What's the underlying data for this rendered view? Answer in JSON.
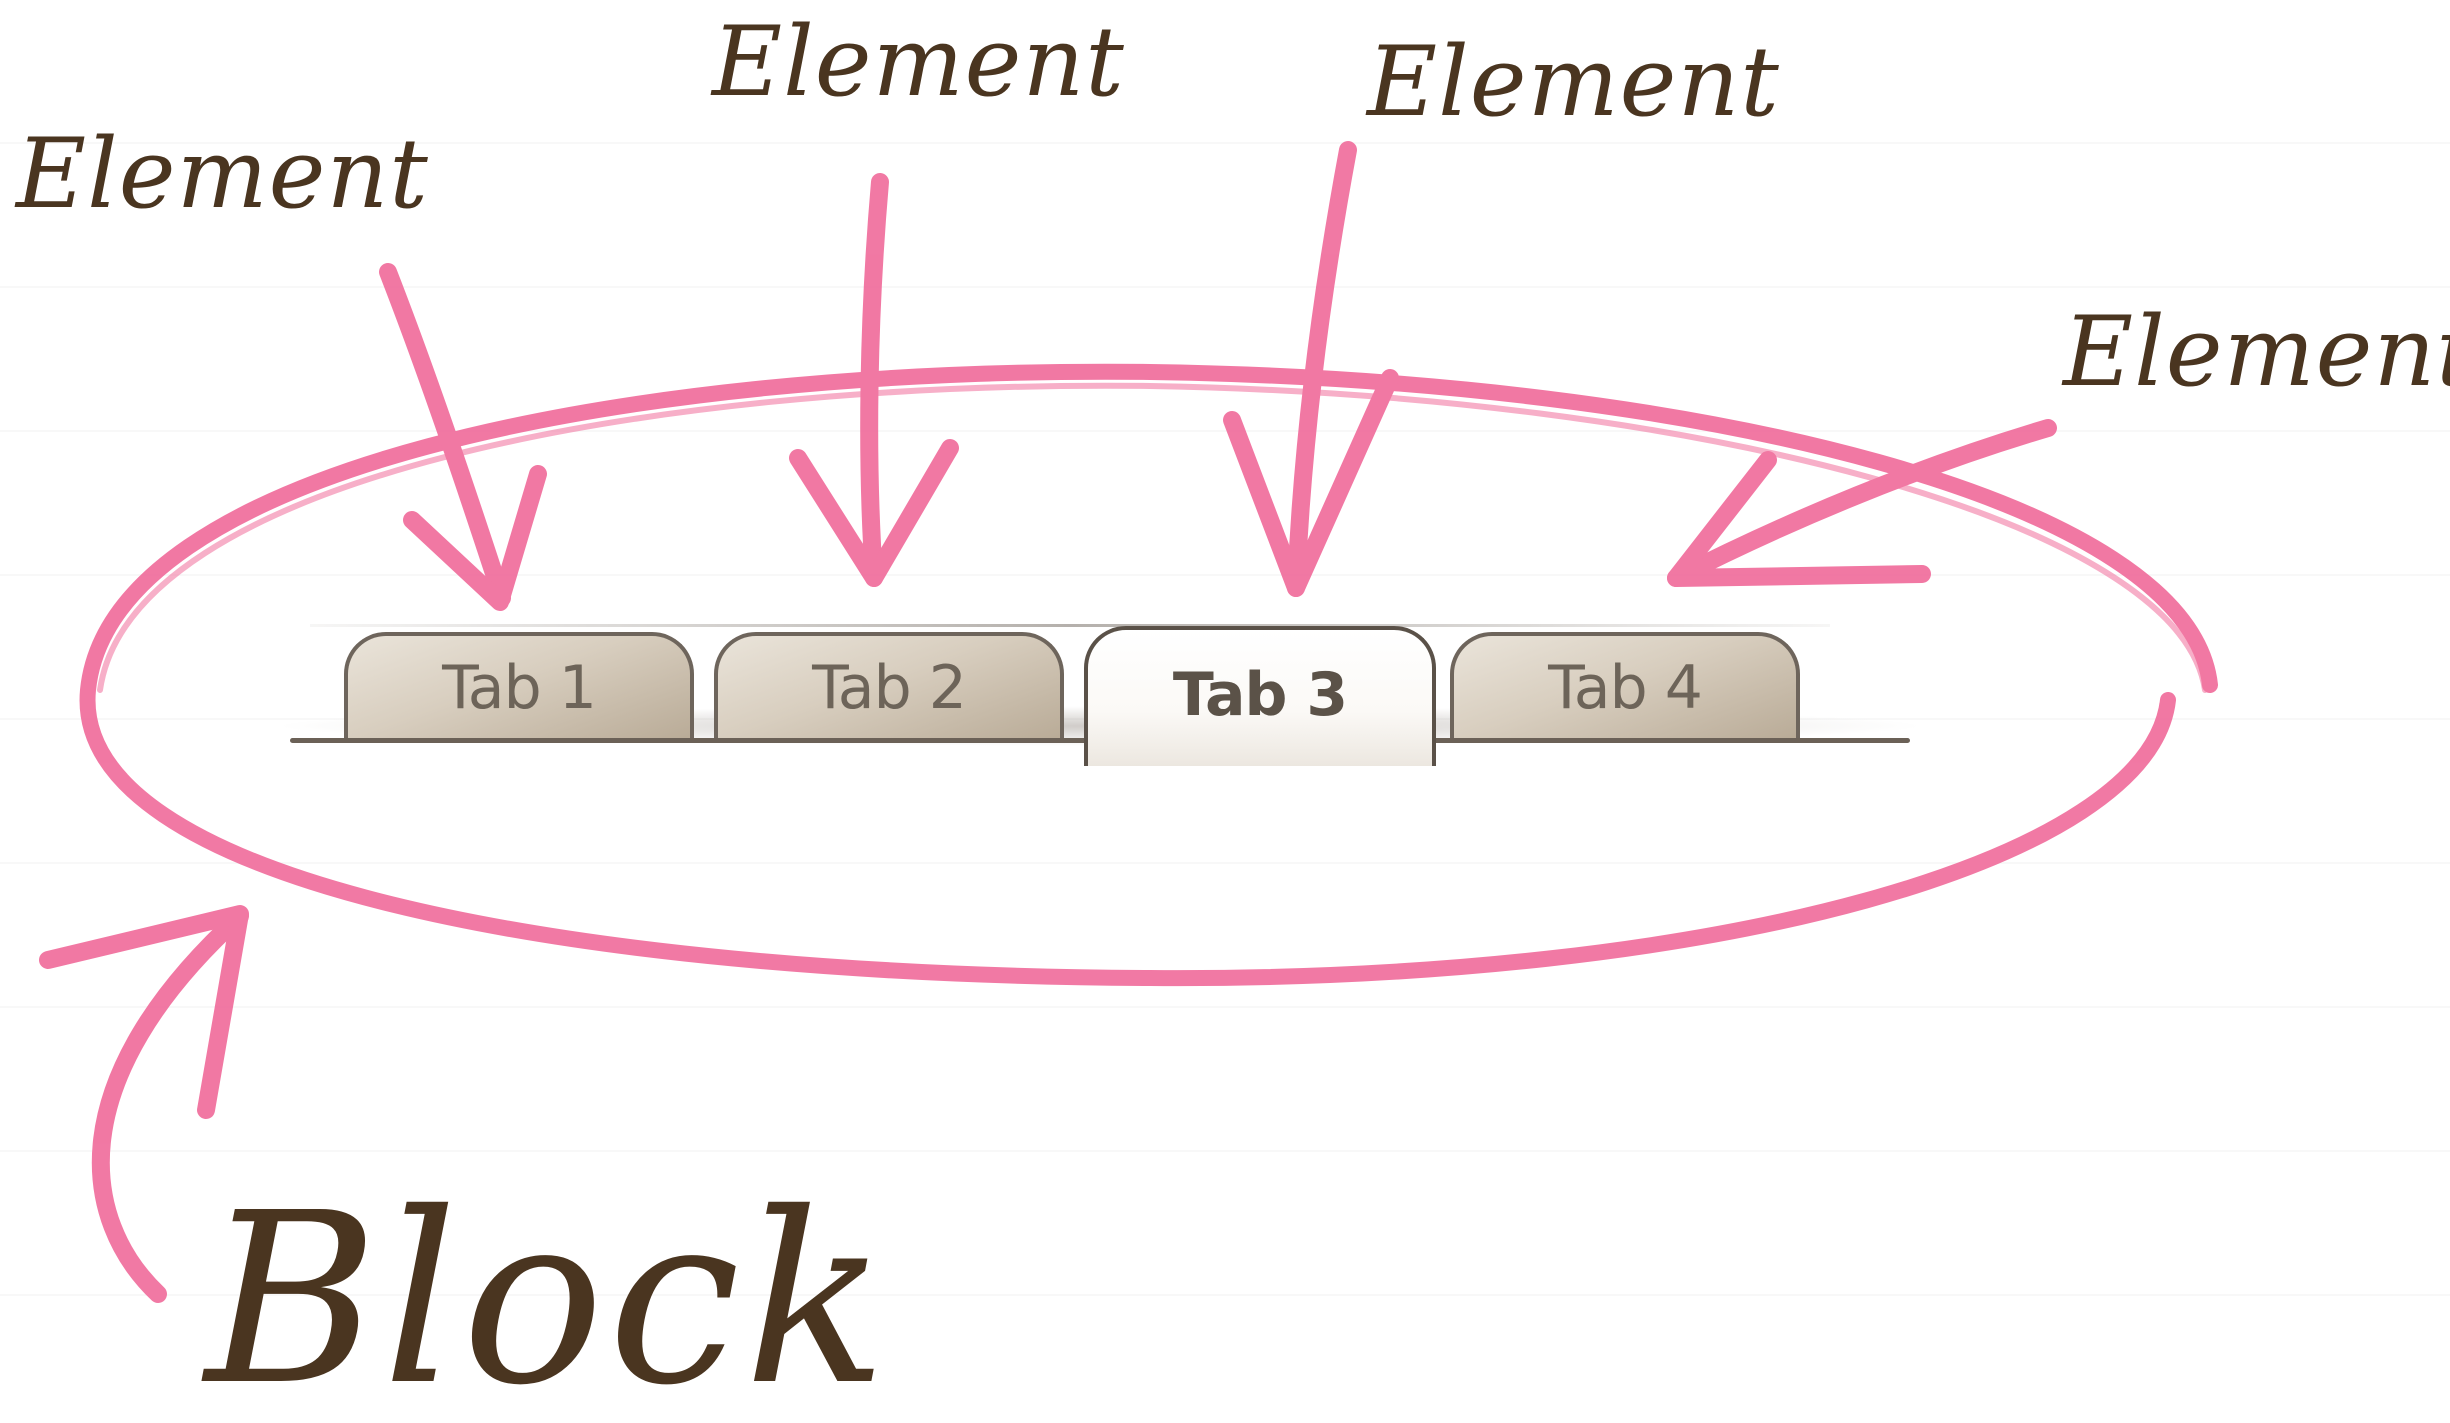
{
  "labels": {
    "element": "Element",
    "block": "Block"
  },
  "tabs": [
    {
      "label": "Tab 1",
      "active": false
    },
    {
      "label": "Tab 2",
      "active": false
    },
    {
      "label": "Tab 3",
      "active": true
    },
    {
      "label": "Tab 4",
      "active": false
    }
  ],
  "colors": {
    "annotation_ink": "#f06a9a",
    "handwriting": "#4a3520",
    "tab_border": "#6e655c",
    "tab_fill": "#d8cebf"
  }
}
